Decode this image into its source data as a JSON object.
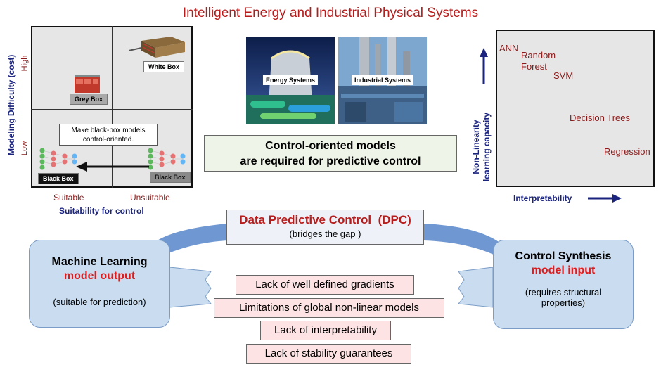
{
  "title": "Intelligent Energy and Industrial Physical Systems",
  "quadrant": {
    "y_axis": "Modeling Difficulty (cost)",
    "y_high": "High",
    "y_low": "Low",
    "x_axis": "Suitability for control",
    "x_suitable": "Suitable",
    "x_unsuitable": "Unsuitable",
    "white_box": "White Box",
    "grey_box": "Grey Box",
    "black_box_left": "Black Box",
    "black_box_right": "Black Box",
    "note_line1": "Make black-box models",
    "note_line2": "control-oriented."
  },
  "photos": {
    "energy": "Energy Systems",
    "industrial": "Industrial Systems"
  },
  "control_box": {
    "line1": "Control-oriented models",
    "line2": "are required for predictive control"
  },
  "right_chart": {
    "y_axis_line1": "Non-Linearity",
    "y_axis_line2": "learning capacity",
    "x_axis": "Interpretability",
    "items": [
      "ANN",
      "Random",
      "Forest",
      "SVM",
      "Decision Trees",
      "Regression"
    ]
  },
  "dpc": {
    "title": "Data Predictive Control  (DPC)",
    "subtitle": "(bridges the gap )"
  },
  "ml_box": {
    "title": "Machine Learning",
    "subtitle": "model output",
    "note": "(suitable for prediction)"
  },
  "cs_box": {
    "title": "Control Synthesis",
    "subtitle": "model input",
    "note_line1": "(requires structural",
    "note_line2": "properties)"
  },
  "gaps": [
    "Lack of well defined gradients",
    "Limitations of global non-linear models",
    "Lack of interpretability",
    "Lack of stability guarantees"
  ],
  "colors": {
    "title_red": "#b71c1c",
    "axis_navy": "#1a237e",
    "label_brown": "#8b1a1a",
    "blue_box": "#c9dcf0",
    "pink_box": "#fde3e3"
  }
}
